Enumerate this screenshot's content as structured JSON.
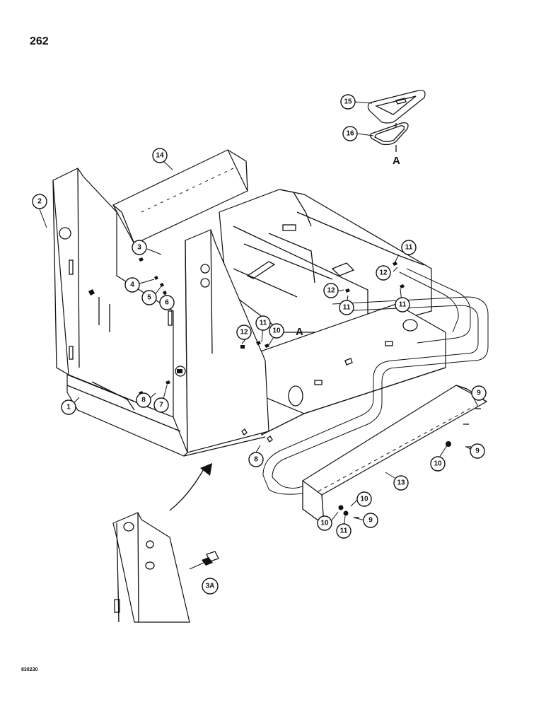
{
  "page": {
    "page_number": "262",
    "drawing_code": "830230"
  },
  "reference_letters": {
    "detail_a_top": "A",
    "detail_a_frame": "A"
  },
  "callouts": {
    "c1": "1",
    "c2": "2",
    "c3": "3",
    "c3a": "3A",
    "c4": "4",
    "c5": "5",
    "c6": "6",
    "c7": "7",
    "c8a": "8",
    "c8b": "8",
    "c9a": "9",
    "c9b": "9",
    "c9c": "9",
    "c10a": "10",
    "c10b": "10",
    "c10c": "10",
    "c10d": "10",
    "c11a": "11",
    "c11b": "11",
    "c11c": "11",
    "c11d": "11",
    "c11e": "11",
    "c12a": "12",
    "c12b": "12",
    "c12c": "12",
    "c13": "13",
    "c14": "14",
    "c15": "15",
    "c16": "16"
  }
}
